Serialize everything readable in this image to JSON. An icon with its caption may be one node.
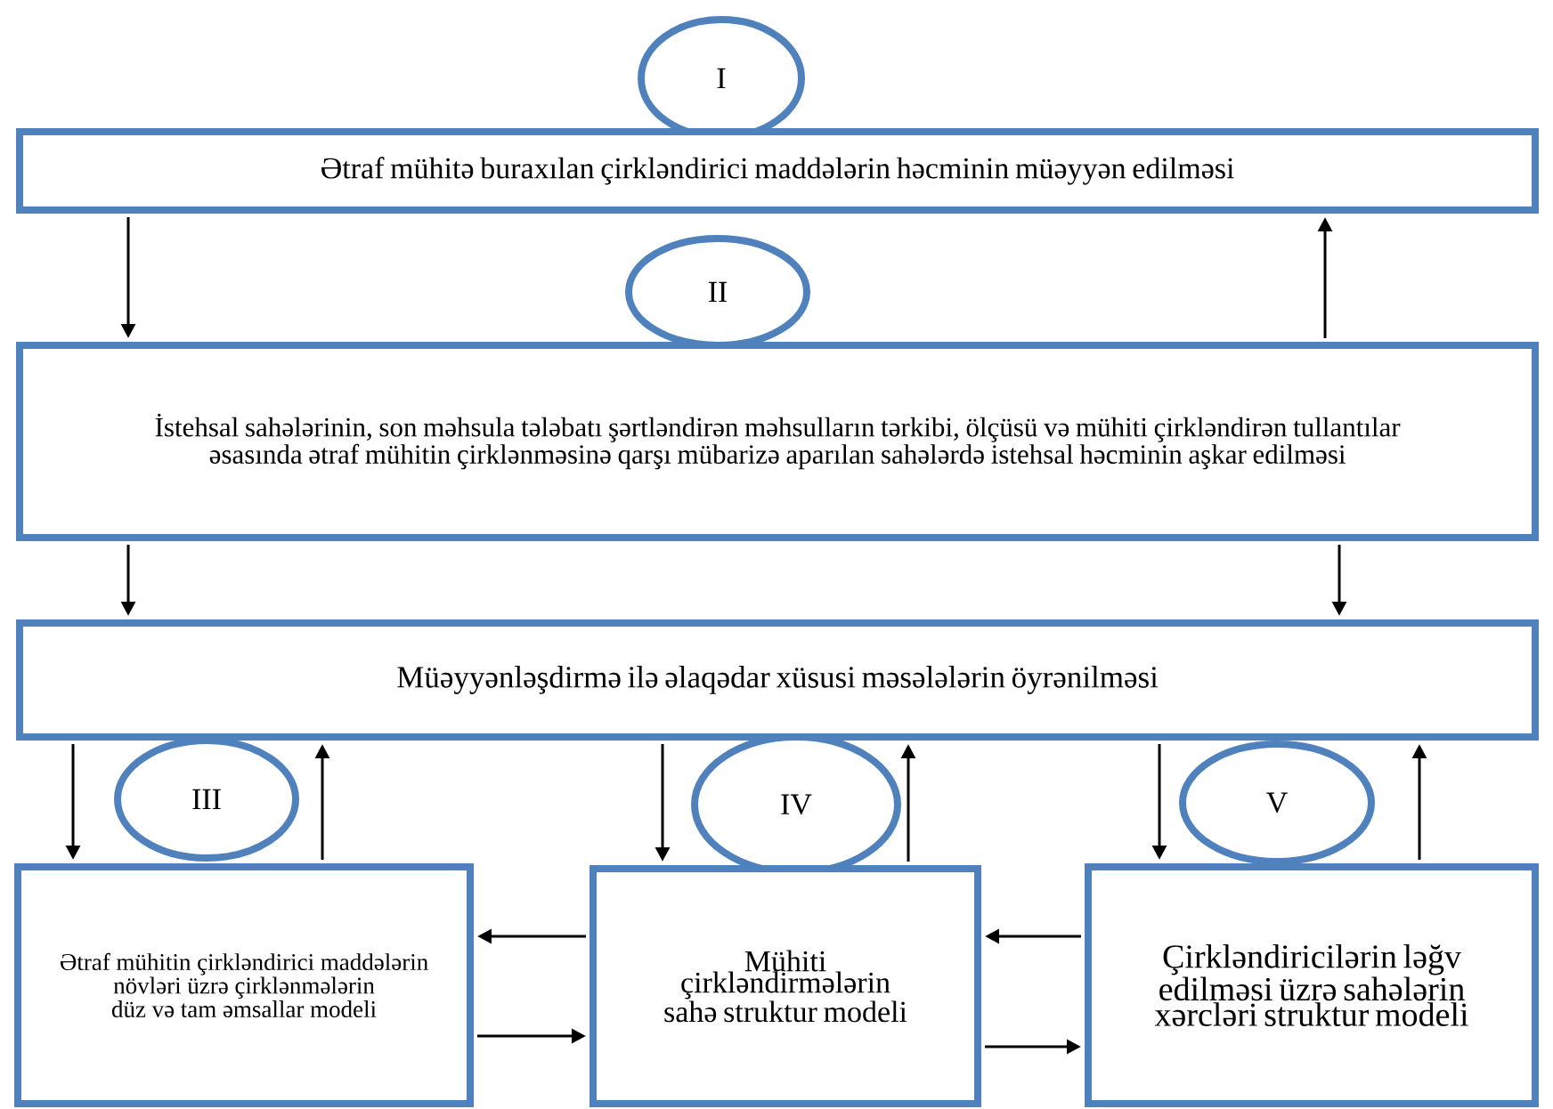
{
  "diagram": {
    "nodes": [
      {
        "text": [
          "I"
        ]
      },
      {
        "text": [
          "Ətraf mühitə buraxılan çirkləndirici maddələrin həcminin müəyyən edilməsi"
        ]
      },
      {
        "text": [
          "II"
        ]
      },
      {
        "text": [
          "İstehsal sahələrinin, son məhsula tələbatı şərtləndirən məhsulların tərkibi, ölçüsü və mühiti çirkləndirən tullantılar əsasında ətraf mühitin çirklənməsinə qarşı mübarizə aparılan sahələrdə istehsal həcminin aşkar edilməsi"
        ]
      },
      {
        "text": [
          "Müəyyənləşdirmə ilə əlaqədar xüsusi məsələlərin öyrənilməsi"
        ]
      },
      {
        "text": [
          "III"
        ]
      },
      {
        "text": [
          "Ətraf mühitin çirkləndirici maddələrin növləri üzrə çirklənmələrin düz və tam əmsallar modeli"
        ]
      },
      {
        "text": [
          "IV"
        ]
      },
      {
        "text": [
          "Mühiti çirkləndirmələrin sahə struktur modeli"
        ]
      },
      {
        "text": [
          "V"
        ]
      },
      {
        "text": [
          "Çirkləndiricilərin ləğv edilməsi üzrə sahələrin xərcləri struktur modeli"
        ]
      }
    ],
    "edges": [
      {
        "from": 1,
        "to": 3,
        "arrow": "to"
      },
      {
        "from": 3,
        "to": 1,
        "arrow": "to"
      },
      {
        "from": 3,
        "to": 4,
        "arrow": "to"
      },
      {
        "from": 3,
        "to": 4,
        "arrow": "to"
      },
      {
        "from": 4,
        "to": 6,
        "arrow": "to"
      },
      {
        "from": 6,
        "to": 4,
        "arrow": "to"
      },
      {
        "from": 4,
        "to": 8,
        "arrow": "to"
      },
      {
        "from": 8,
        "to": 4,
        "arrow": "to"
      },
      {
        "from": 4,
        "to": 10,
        "arrow": "to"
      },
      {
        "from": 10,
        "to": 4,
        "arrow": "to"
      },
      {
        "from": 8,
        "to": 6,
        "arrow": "to"
      },
      {
        "from": 6,
        "to": 8,
        "arrow": "to"
      },
      {
        "from": 10,
        "to": 8,
        "arrow": "to"
      },
      {
        "from": 8,
        "to": 10,
        "arrow": "to"
      }
    ]
  }
}
